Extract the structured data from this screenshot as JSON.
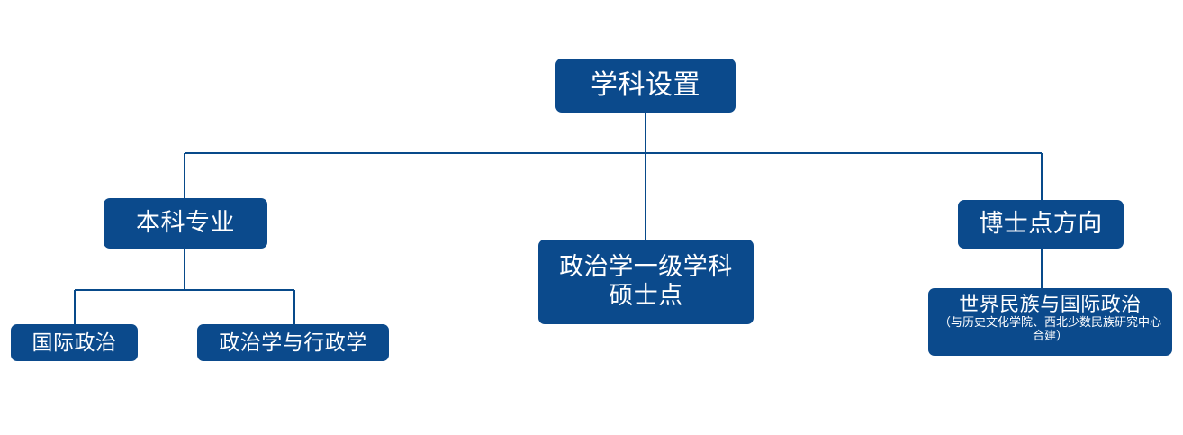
{
  "diagram": {
    "type": "organizational-tree",
    "title_node": "学科设置",
    "colors": {
      "node_fill": "#0b4a8c",
      "node_text": "#ffffff",
      "edge_line": "#084a8a",
      "background": "#ffffff"
    },
    "nodes": {
      "root": {
        "label": "学科设置"
      },
      "undergrad": {
        "label": "本科专业"
      },
      "master": {
        "label_line1": "政治学一级学科",
        "label_line2": "硕士点"
      },
      "doctor": {
        "label": "博士点方向"
      },
      "intl_politics": {
        "label": "国际政治"
      },
      "poli_admin": {
        "label": "政治学与行政学"
      },
      "world_ethnic": {
        "label": "世界民族与国际政治",
        "sub_label": "（与历史文化学院、西北少数民族研究中心合建）"
      }
    },
    "edges": [
      {
        "name": "root-to-bus",
        "from": "root",
        "to": "main-bus"
      },
      {
        "name": "bus-to-undergrad",
        "from": "main-bus",
        "to": "undergrad"
      },
      {
        "name": "bus-to-master",
        "from": "main-bus",
        "to": "master"
      },
      {
        "name": "bus-to-doctor",
        "from": "main-bus",
        "to": "doctor"
      },
      {
        "name": "undergrad-to-intl-politics",
        "from": "undergrad",
        "to": "intl_politics"
      },
      {
        "name": "undergrad-to-poli-admin",
        "from": "undergrad",
        "to": "poli_admin"
      },
      {
        "name": "doctor-to-world-ethnic",
        "from": "doctor",
        "to": "world_ethnic"
      }
    ]
  }
}
